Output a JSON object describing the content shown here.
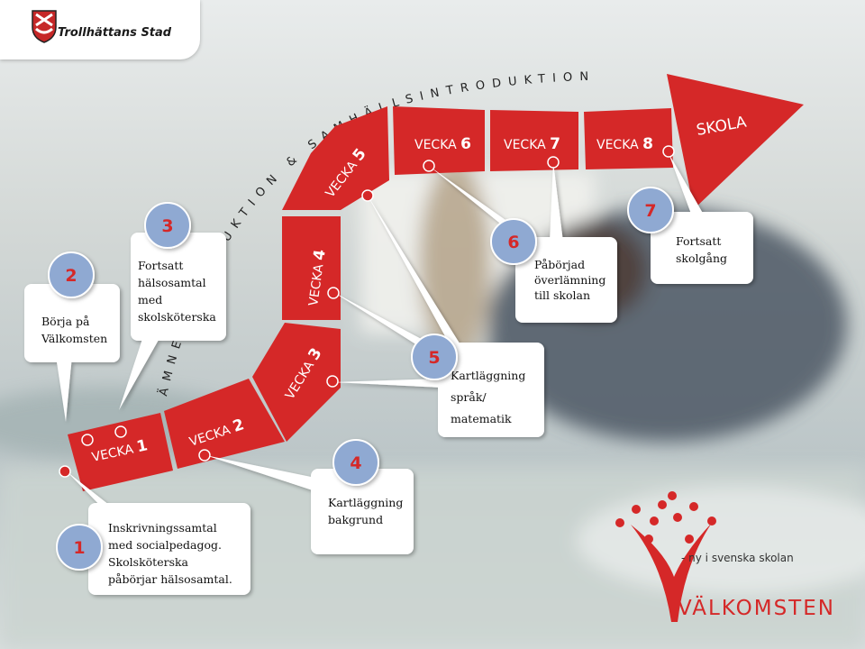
{
  "header": {
    "org_name": "Trollhättans Stad"
  },
  "track": {
    "arc_label": "ÄMNESINTRODUKTION & SAMHÄLLSINTRODUKTION",
    "destination": "SKOLA",
    "weeks": [
      {
        "word": "VECKA",
        "num": "1"
      },
      {
        "word": "VECKA",
        "num": "2"
      },
      {
        "word": "VECKA",
        "num": "3"
      },
      {
        "word": "VECKA",
        "num": "4"
      },
      {
        "word": "VECKA",
        "num": "5"
      },
      {
        "word": "VECKA",
        "num": "6"
      },
      {
        "word": "VECKA",
        "num": "7"
      },
      {
        "word": "VECKA",
        "num": "8"
      }
    ]
  },
  "steps": [
    {
      "num": "1",
      "lines": [
        "Inskrivningssamtal",
        "med socialpedagog.",
        "Skolsköterska",
        "påbörjar hälsosamtal."
      ]
    },
    {
      "num": "2",
      "lines": [
        "Börja på",
        "Välkomsten"
      ]
    },
    {
      "num": "3",
      "lines": [
        "Fortsatt",
        "hälsosamtal",
        "med",
        "skolsköterska"
      ]
    },
    {
      "num": "4",
      "lines": [
        "Kartläggning",
        "bakgrund"
      ]
    },
    {
      "num": "5",
      "lines": [
        "Kartläggning",
        "språk/",
        "matematik"
      ]
    },
    {
      "num": "6",
      "lines": [
        "Påbörjad",
        "överlämning",
        "till skolan"
      ]
    },
    {
      "num": "7",
      "lines": [
        "Fortsatt",
        "skolgång"
      ]
    }
  ],
  "branding": {
    "tagline": "- ny i svenska skolan",
    "name": "VÄLKOMSTEN"
  },
  "colors": {
    "track_red": "#d52828",
    "badge_blue": "#8fa9d2",
    "callout_bg": "#ffffff"
  },
  "icons": [
    "trollhattan-crest-icon",
    "valkomsten-logo-icon"
  ]
}
